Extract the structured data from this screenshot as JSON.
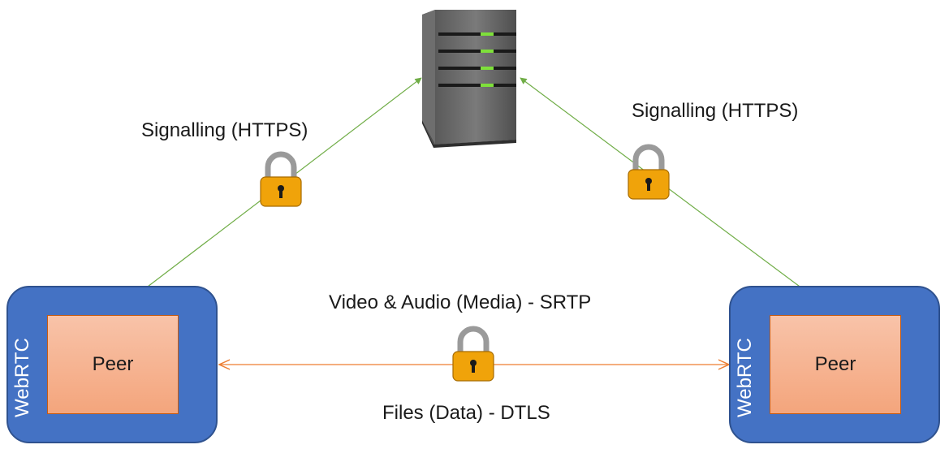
{
  "colors": {
    "signal_line": "#70ad47",
    "media_line": "#ed7d31",
    "peer_outer": "#4472c4",
    "peer_inner": "#f4b183",
    "lock_body": "#f0a30a",
    "server_light": "#7ee03a"
  },
  "labels": {
    "signalling_left": "Signalling (HTTPS)",
    "signalling_right": "Signalling (HTTPS)",
    "media": "Video & Audio (Media) - SRTP",
    "data": "Files (Data) - DTLS"
  },
  "peers": [
    {
      "outer_label": "WebRTC",
      "inner_label": "Peer"
    },
    {
      "outer_label": "WebRTC",
      "inner_label": "Peer"
    }
  ],
  "icons": {
    "server": "server-icon",
    "lock": "padlock-icon"
  }
}
